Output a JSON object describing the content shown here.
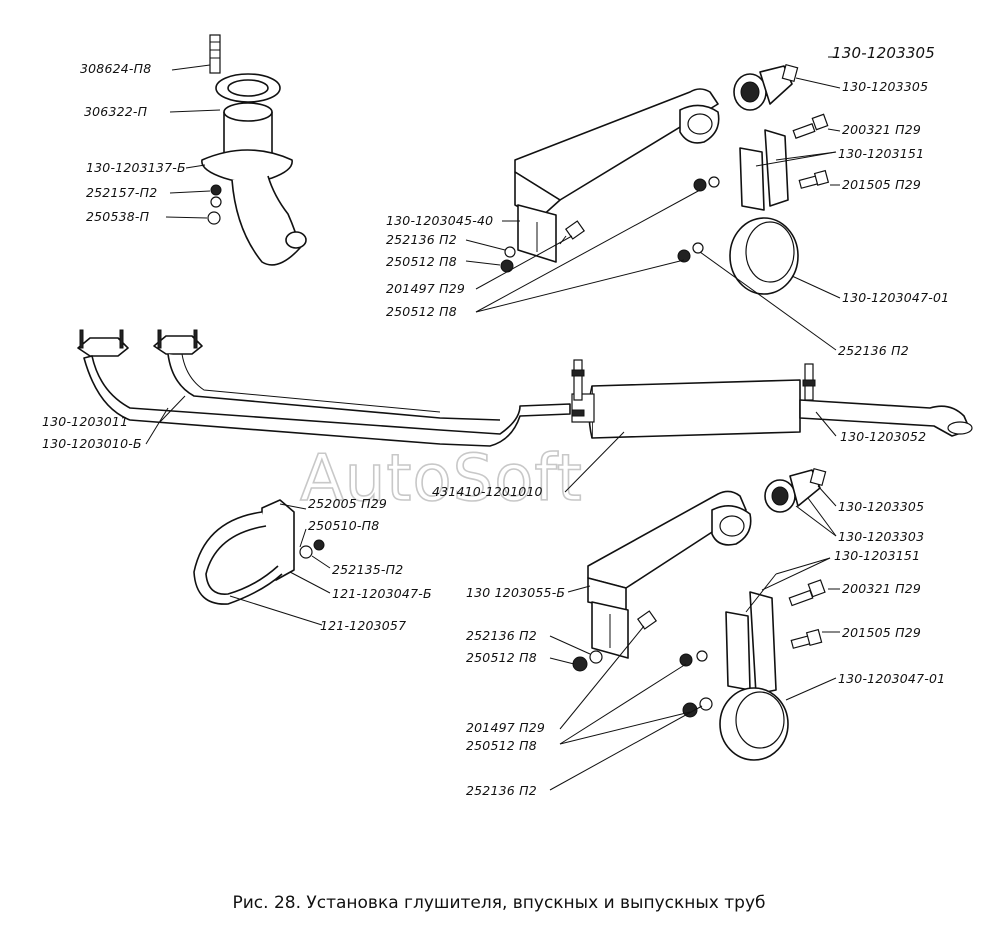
{
  "caption": "Рис. 28. Установка глушителя, впускных и выпускных труб",
  "watermark": "AutoSoft",
  "labels": {
    "l308624": "308624-П8",
    "l306322": "306322-П",
    "l1203137": "130-1203137-Б",
    "l252157": "252157-П2",
    "l250538": "250538-П",
    "l1203045": "130-1203045-40",
    "l252136a": "252136 П2",
    "l250512a": "250512 П8",
    "l201497a": "201497 П29",
    "l250512b": "250512 П8",
    "l12033305top": "130-1203305",
    "l1203305a": "130-1203305",
    "l200321a": "200321 П29",
    "l1203151a": "130-1203151",
    "l201505a": "201505 П29",
    "l1203047a": "130-1203047-01",
    "l252136b": "252136 П2",
    "l1203011": "130-1203011",
    "l1203010": "130-1203010-Б",
    "l1203052": "130-1203052",
    "l431410": "431410-1201010",
    "l252005": "252005 П29",
    "l250510": "250510-П8",
    "l252135": "252135-П2",
    "l1211203047": "121-1203047-Б",
    "l1211203057": "121-1203057",
    "l1203305b": "130-1203305",
    "l1203303": "130-1203303",
    "l1203151b": "130-1203151",
    "l200321b": "200321 П29",
    "l201505b": "201505 П29",
    "l1203055": "130 1203055-Б",
    "l252136c": "252136 П2",
    "l250512c": "250512 П8",
    "l1203047b": "130-1203047-01",
    "l201497b": "201497 П29",
    "l250512d": "250512 П8",
    "l252136d": "252136 П2"
  },
  "colors": {
    "ink": "#111111",
    "paper": "#ffffff",
    "watermark": "#c8c8c8"
  }
}
